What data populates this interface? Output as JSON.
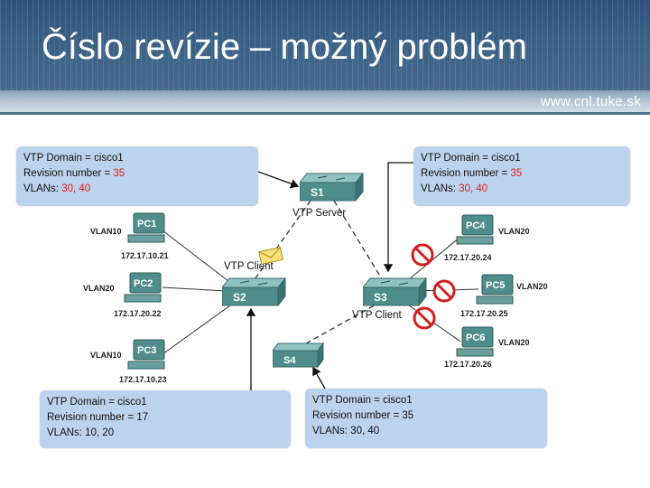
{
  "title": "Číslo revízie – možný problém",
  "site": "www.cnl.tuke.sk",
  "boxes": {
    "top_left": {
      "domain": "VTP Domain = cisco1",
      "revision_label": "Revision number = ",
      "revision_value": "35",
      "vlans_label": "VLANs: ",
      "vlans_value": "30, 40"
    },
    "top_right": {
      "domain": "VTP Domain = cisco1",
      "revision_label": "Revision number = ",
      "revision_value": "35",
      "vlans_label": "VLANs: ",
      "vlans_value": "30, 40"
    },
    "bottom_left": {
      "domain": "VTP Domain = cisco1",
      "revision": "Revision number = 17",
      "vlans": "VLANs: 10, 20"
    },
    "bottom_right": {
      "domain": "VTP Domain = cisco1",
      "revision": "Revision number = 35",
      "vlans": "VLANs: 30, 40"
    }
  },
  "switches": {
    "s1": "S1",
    "s2": "S2",
    "s3": "S3",
    "s4": "S4"
  },
  "roles": {
    "server": "VTP Server",
    "client_s2": "VTP Client",
    "client_s3": "VTP Client"
  },
  "pcs": [
    {
      "name": "PC1",
      "vlan": "VLAN10",
      "ip": "172.17.10.21"
    },
    {
      "name": "PC2",
      "vlan": "VLAN20",
      "ip": "172.17.20.22"
    },
    {
      "name": "PC3",
      "vlan": "VLAN10",
      "ip": "172.17.10.23"
    },
    {
      "name": "PC4",
      "vlan": "VLAN20",
      "ip": "172.17.20.24"
    },
    {
      "name": "PC5",
      "vlan": "VLAN20",
      "ip": "172.17.20.25"
    },
    {
      "name": "PC6",
      "vlan": "VLAN20",
      "ip": "172.17.20.26"
    }
  ],
  "icons": {
    "switch": "switch-icon",
    "pc": "pc-icon",
    "envelope": "envelope-icon",
    "blocked": "prohibited-icon"
  },
  "colors": {
    "header": "#3d6488",
    "box": "#bcd3ee",
    "highlight": "#e02020",
    "switch": "#4f8c8c"
  }
}
